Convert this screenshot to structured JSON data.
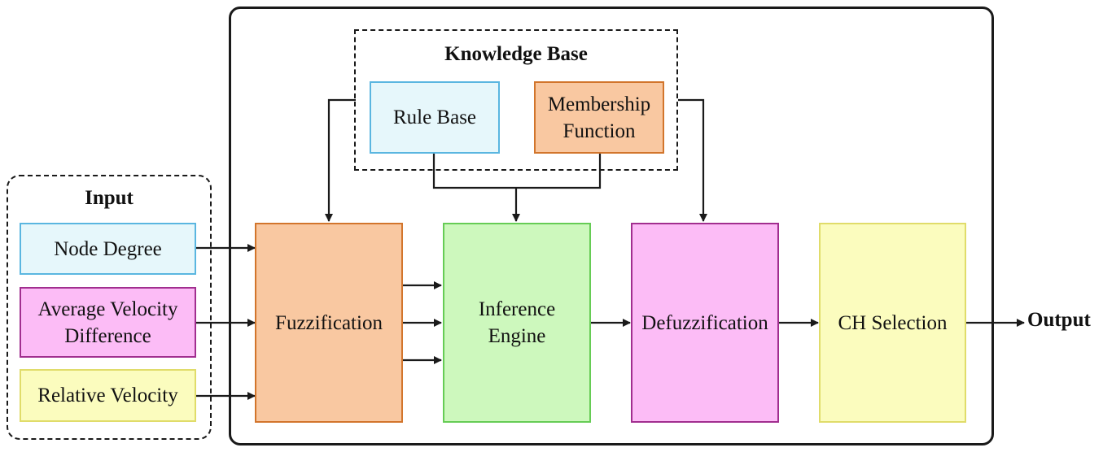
{
  "colors": {
    "light_blue_fill": "#e6f7fb",
    "light_blue_border": "#5ab6e0",
    "orange_fill": "#f9c8a1",
    "orange_border": "#d2752c",
    "green_fill": "#cdf8bd",
    "green_border": "#66cc55",
    "pink_fill": "#fcbcf6",
    "pink_border": "#a12e8f",
    "yellow_fill": "#fbfcbe",
    "yellow_border": "#e0dc6a",
    "line": "#1a1a1a"
  },
  "input": {
    "title": "Input",
    "items": [
      "Node Degree",
      "Average Velocity Difference",
      "Relative Velocity"
    ]
  },
  "knowledge_base": {
    "title": "Knowledge Base",
    "rule_base": "Rule Base",
    "membership_line1": "Membership",
    "membership_line2": "Function"
  },
  "stages": {
    "fuzzification": "Fuzzification",
    "inference_line1": "Inference",
    "inference_line2": "Engine",
    "defuzzification": "Defuzzification",
    "ch_selection": "CH Selection"
  },
  "output": {
    "label": "Output"
  }
}
